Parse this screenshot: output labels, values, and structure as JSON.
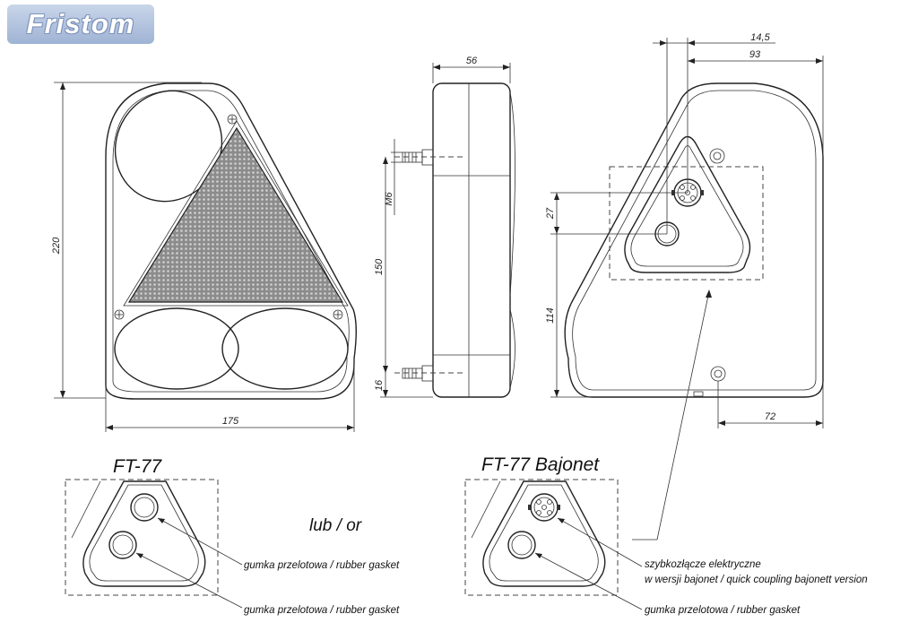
{
  "brand": {
    "logo_text": "Fristom"
  },
  "dimensions": {
    "front_height": "220",
    "front_width": "175",
    "side_depth": "56",
    "thread": "M6",
    "bolt_spacing": "150",
    "bolt_offset": "16",
    "rear_top_offset": "14,5",
    "rear_half_width": "93",
    "rear_connector_offset": "27",
    "rear_hole_height": "114",
    "rear_bottom_offset": "72"
  },
  "variants": {
    "standard": {
      "title": "FT-77",
      "note_1": "gumka przelotowa / rubber gasket",
      "note_2": "gumka przelotowa / rubber gasket"
    },
    "separator": "lub / or",
    "bajonet": {
      "title": "FT-77 Bajonet",
      "note_1_line1": "szybkozłącze elektryczne",
      "note_1_line2": "w wersji bajonet / quick coupling bajonett version",
      "note_2": "gumka przelotowa / rubber gasket"
    }
  }
}
